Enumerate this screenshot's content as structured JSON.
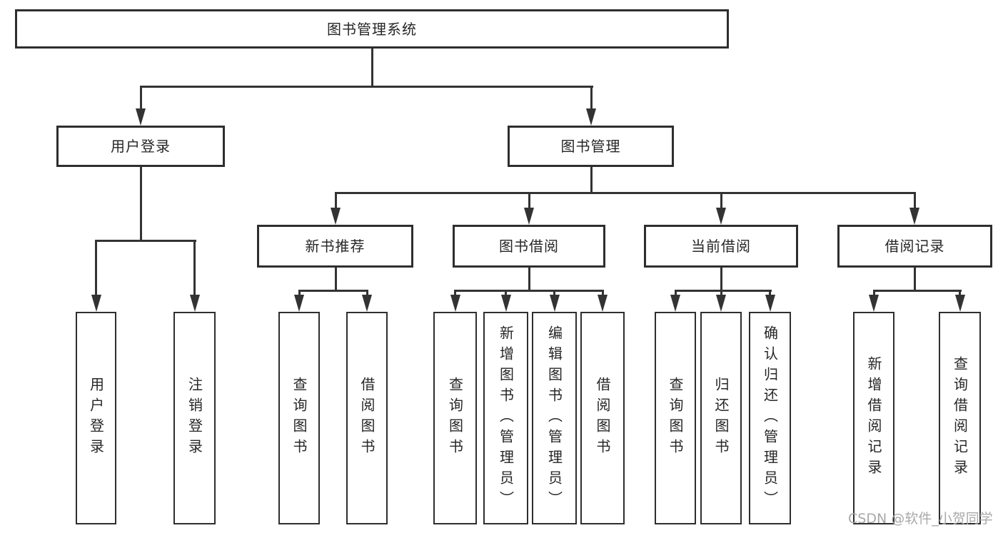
{
  "tree": {
    "root": {
      "label": "图书管理系统"
    },
    "branches": [
      {
        "label": "用户登录",
        "leaves": [
          "用户登录",
          "注销登录"
        ]
      },
      {
        "label": "图书管理",
        "sections": [
          {
            "label": "新书推荐",
            "leaves": [
              "查询图书",
              "借阅图书"
            ]
          },
          {
            "label": "图书借阅",
            "leaves": [
              "查询图书",
              "新增图书（管理员）",
              "编辑图书（管理员）",
              "借阅图书"
            ]
          },
          {
            "label": "当前借阅",
            "leaves": [
              "查询图书",
              "归还图书",
              "确认归还（管理员）"
            ]
          },
          {
            "label": "借阅记录",
            "leaves": [
              "新增借阅记录",
              "查询借阅记录"
            ]
          }
        ]
      }
    ]
  },
  "watermark": "CSDN @软件_小贺同学",
  "colors": {
    "line": "#333333",
    "box_border": "#2e2e2e",
    "box_background": "#ffffff",
    "text": "#262626",
    "watermark": "#a9a9a9",
    "page_background": "#ffffff"
  }
}
